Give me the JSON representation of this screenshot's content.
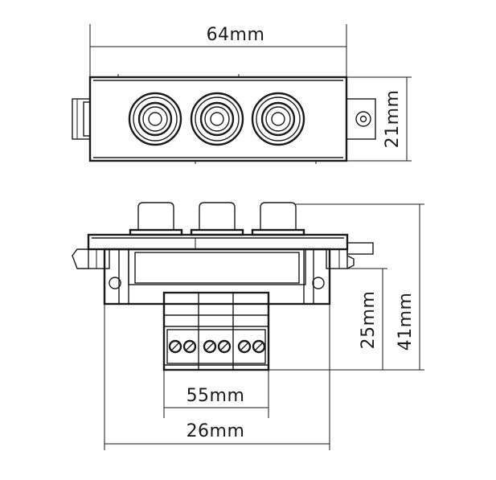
{
  "dimensions": {
    "top_width": "64mm",
    "top_height": "21mm",
    "inner_width": "55mm",
    "bottom_width": "26mm",
    "terminal_depth": "25mm",
    "total_depth": "41mm"
  },
  "colors": {
    "line": "#1a1a1a",
    "background": "#ffffff"
  }
}
